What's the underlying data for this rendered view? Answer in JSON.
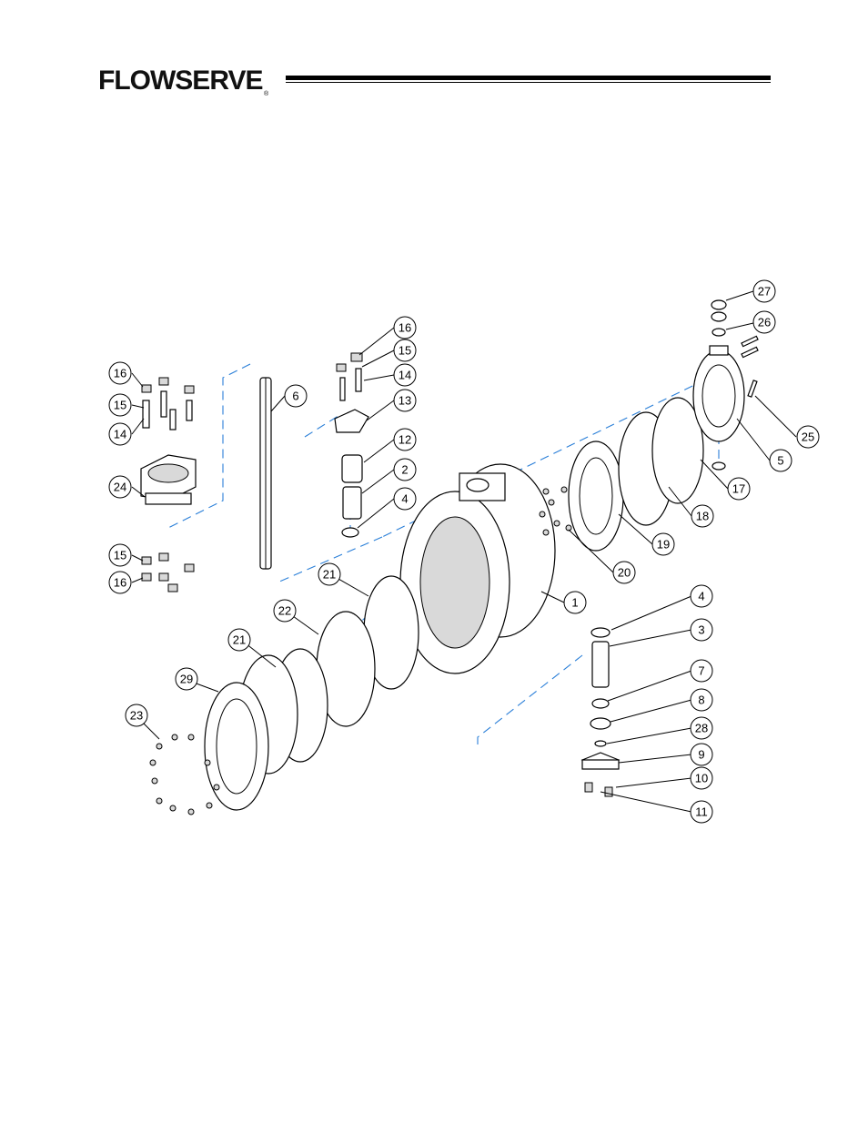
{
  "brand": {
    "name": "FLOWSERVE",
    "registered": "®"
  },
  "diagram": {
    "callouts": [
      {
        "id": "c27",
        "label": "27"
      },
      {
        "id": "c26",
        "label": "26"
      },
      {
        "id": "c25",
        "label": "25"
      },
      {
        "id": "c5",
        "label": "5"
      },
      {
        "id": "c17",
        "label": "17"
      },
      {
        "id": "c18",
        "label": "18"
      },
      {
        "id": "c19",
        "label": "19"
      },
      {
        "id": "c20",
        "label": "20"
      },
      {
        "id": "c1",
        "label": "1"
      },
      {
        "id": "c16a",
        "label": "16"
      },
      {
        "id": "c15a",
        "label": "15"
      },
      {
        "id": "c14a",
        "label": "14"
      },
      {
        "id": "c13",
        "label": "13"
      },
      {
        "id": "c12",
        "label": "12"
      },
      {
        "id": "c2",
        "label": "2"
      },
      {
        "id": "c4a",
        "label": "4"
      },
      {
        "id": "c6",
        "label": "6"
      },
      {
        "id": "c16b",
        "label": "16"
      },
      {
        "id": "c15b",
        "label": "15"
      },
      {
        "id": "c14b",
        "label": "14"
      },
      {
        "id": "c24",
        "label": "24"
      },
      {
        "id": "c15c",
        "label": "15"
      },
      {
        "id": "c16c",
        "label": "16"
      },
      {
        "id": "c21a",
        "label": "21"
      },
      {
        "id": "c22",
        "label": "22"
      },
      {
        "id": "c21b",
        "label": "21"
      },
      {
        "id": "c29",
        "label": "29"
      },
      {
        "id": "c23",
        "label": "23"
      },
      {
        "id": "c4b",
        "label": "4"
      },
      {
        "id": "c3",
        "label": "3"
      },
      {
        "id": "c7",
        "label": "7"
      },
      {
        "id": "c8",
        "label": "8"
      },
      {
        "id": "c28",
        "label": "28"
      },
      {
        "id": "c9",
        "label": "9"
      },
      {
        "id": "c10",
        "label": "10"
      },
      {
        "id": "c11",
        "label": "11"
      }
    ]
  }
}
